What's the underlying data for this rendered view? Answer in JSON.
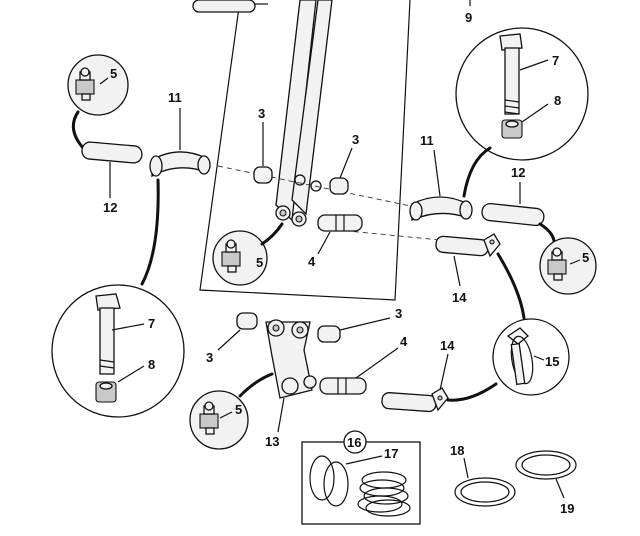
{
  "callouts": {
    "c9": "9",
    "c5_tl": "5",
    "c11_l": "11",
    "c12_l": "12",
    "c3_a": "3",
    "c3_b": "3",
    "c11_r": "11",
    "c12_r": "12",
    "c7_r": "7",
    "c8_r": "8",
    "c5_mid": "5",
    "c4_a": "4",
    "c14_a": "14",
    "c5_r": "5",
    "c7_l": "7",
    "c8_l": "8",
    "c3_c": "3",
    "c3_d": "3",
    "c4_b": "4",
    "c14_b": "14",
    "c15": "15",
    "c5_b": "5",
    "c13": "13",
    "c16": "16",
    "c17": "17",
    "c18": "18",
    "c19": "19"
  }
}
